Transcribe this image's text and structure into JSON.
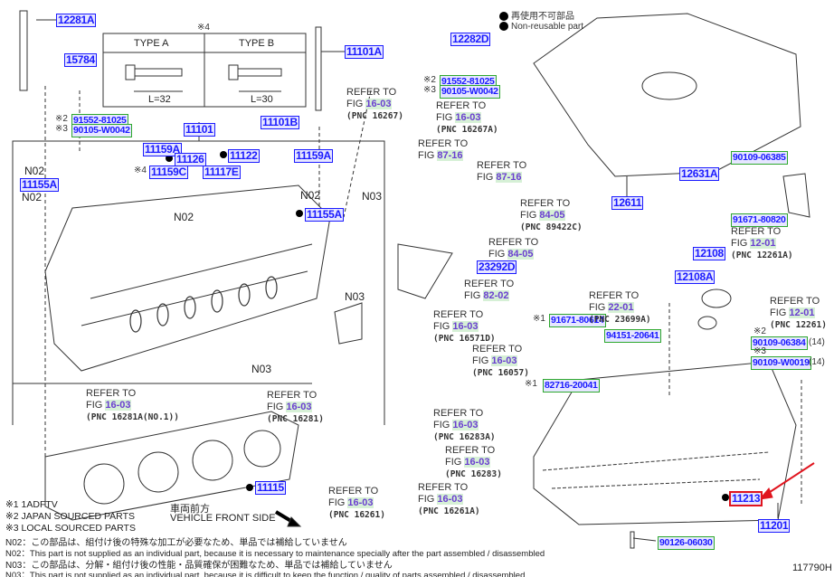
{
  "legend": {
    "jp": "再使用不可部品",
    "en": "Non-reusable part"
  },
  "type_box": {
    "mark": "※4",
    "type_a": "TYPE A",
    "type_b": "TYPE B",
    "len_a": "L=32",
    "len_b": "L=30"
  },
  "parts": [
    "12281A",
    "15784",
    "11101A",
    "12282D",
    "11101",
    "11101B",
    "11159A",
    "11126",
    "11122",
    "11159A",
    "11159C",
    "11117E",
    "11155A",
    "11155A",
    "23292D",
    "12611",
    "12631A",
    "12108",
    "12108A",
    "11115",
    "11213",
    "11201"
  ],
  "std_parts": [
    "91552-81025",
    "90105-W0042",
    "91552-81025",
    "90105-W0042",
    "90109-06385",
    "91671-80820",
    "91671-80614",
    "94151-20641",
    "82716-20041",
    "90109-06384",
    "90109-W0019",
    "90126-06030"
  ],
  "qty": [
    "(14)",
    "(14)"
  ],
  "marks": [
    "※2",
    "※3",
    "※2",
    "※3",
    "※4",
    "※1",
    "※1",
    "※2",
    "※3"
  ],
  "refer_label": "REFER TO",
  "fig_label": "FIG",
  "refs": [
    {
      "fig": "16-03",
      "pnc": "(PNC 16267)"
    },
    {
      "fig": "16-03",
      "pnc": "(PNC 16267A)"
    },
    {
      "fig": "87-16",
      "pnc": ""
    },
    {
      "fig": "87-16",
      "pnc": ""
    },
    {
      "fig": "84-05",
      "pnc": "(PNC 89422C)"
    },
    {
      "fig": "84-05",
      "pnc": ""
    },
    {
      "fig": "82-02",
      "pnc": ""
    },
    {
      "fig": "22-01",
      "pnc": "(PNC 23699A)"
    },
    {
      "fig": "12-01",
      "pnc": "(PNC 12261A)"
    },
    {
      "fig": "12-01",
      "pnc": "(PNC 12261)"
    },
    {
      "fig": "16-03",
      "pnc": "(PNC 16571D)"
    },
    {
      "fig": "16-03",
      "pnc": "(PNC 16057)"
    },
    {
      "fig": "16-03",
      "pnc": "(PNC 16283A)"
    },
    {
      "fig": "16-03",
      "pnc": "(PNC 16283)"
    },
    {
      "fig": "16-03",
      "pnc": "(PNC 16281A(NO.1))"
    },
    {
      "fig": "16-03",
      "pnc": "(PNC 16281)"
    },
    {
      "fig": "16-03",
      "pnc": "(PNC 16261)"
    },
    {
      "fig": "16-03",
      "pnc": "(PNC 16261A)"
    }
  ],
  "n_labels": [
    "N02",
    "N02",
    "N02",
    "N02",
    "N03",
    "N03",
    "N03"
  ],
  "vehicle_front": {
    "jp": "車両前方",
    "en": "VEHICLE FRONT SIDE"
  },
  "notes": [
    "※1 1ADFTV",
    "※2 JAPAN SOURCED PARTS",
    "※3 LOCAL SOURCED PARTS",
    "N02：この部品は、組付け後の特殊な加工が必要なため、単品では補給していません",
    "N02：This part is not supplied as an individual part, because it is necessary to maintenance specially after the part assembled / disassembled",
    "N03：この部品は、分解・組付け後の性能・品質確保が困難なため、単品では補給していません",
    "N03：This part is not supplied as an individual part, because it is difficult to keep the function / quality of parts  assembled / disassembled"
  ],
  "illustration_id": "117790H",
  "colors": {
    "part_border": "#1a1aff",
    "std_part_border": "#2ea82e",
    "highlight": "#e0141e",
    "fig_text": "#6a3fd0"
  }
}
